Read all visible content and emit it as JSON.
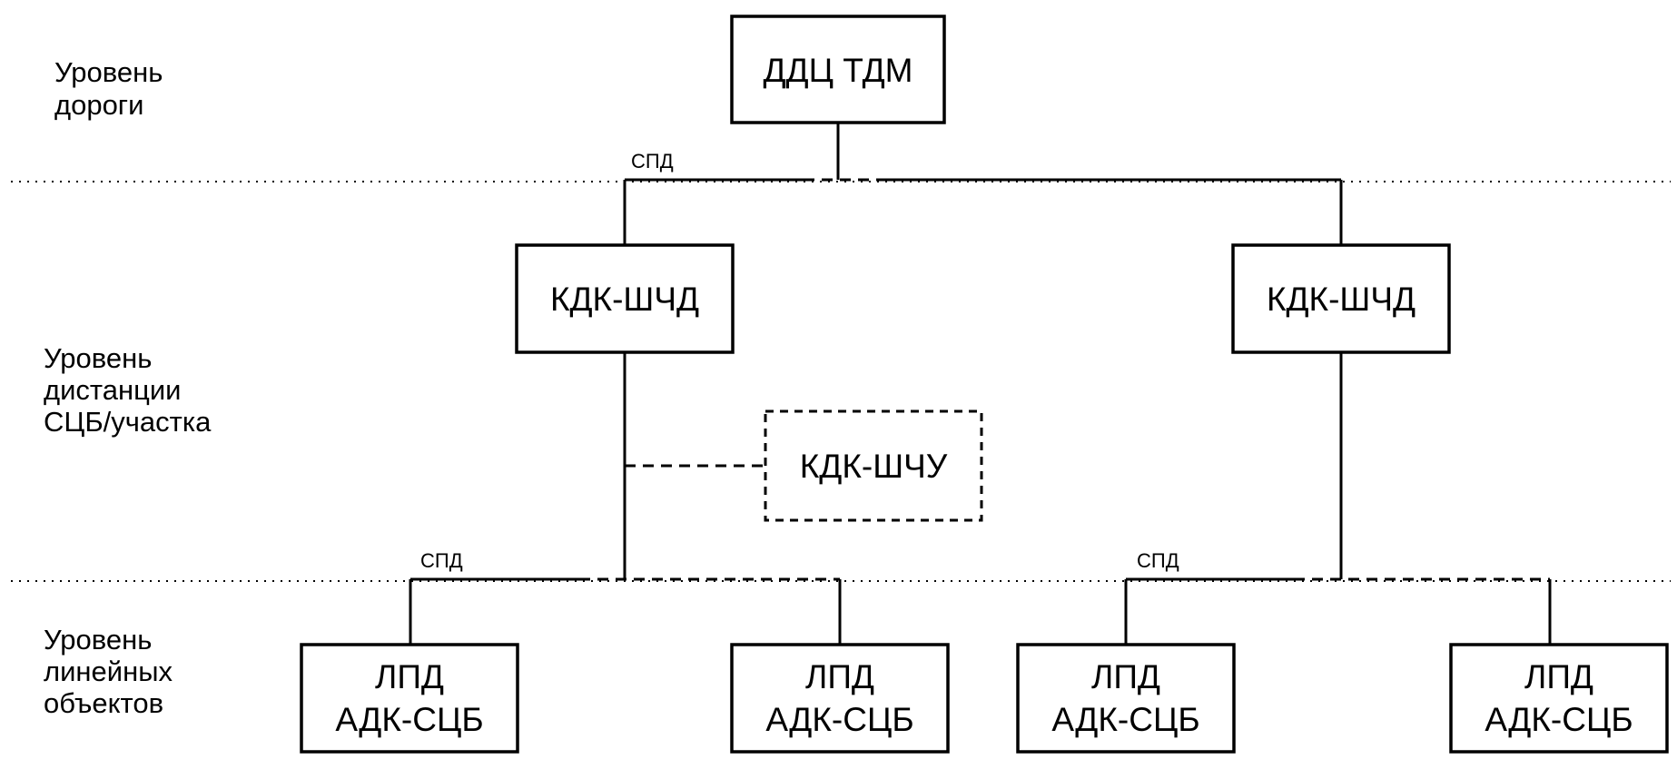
{
  "levels": {
    "road": [
      "Уровень",
      "дороги"
    ],
    "distance": [
      "Уровень",
      "дистанции",
      "СЦБ/участка"
    ],
    "linear": [
      "Уровень",
      "линейных",
      "объектов"
    ]
  },
  "network_label": "СПД",
  "boxes": {
    "top": [
      "ДДЦ ТДМ"
    ],
    "mid_left": [
      "КДК-ШЧД"
    ],
    "mid_right": [
      "КДК-ШЧД"
    ],
    "optional": [
      "КДК-ШЧУ"
    ],
    "bottom_1": [
      "ЛПД",
      "АДК-СЦБ"
    ],
    "bottom_2": [
      "ЛПД",
      "АДК-СЦБ"
    ],
    "bottom_3": [
      "ЛПД",
      "АДК-СЦБ"
    ],
    "bottom_4": [
      "ЛПД",
      "АДК-СЦБ"
    ]
  }
}
